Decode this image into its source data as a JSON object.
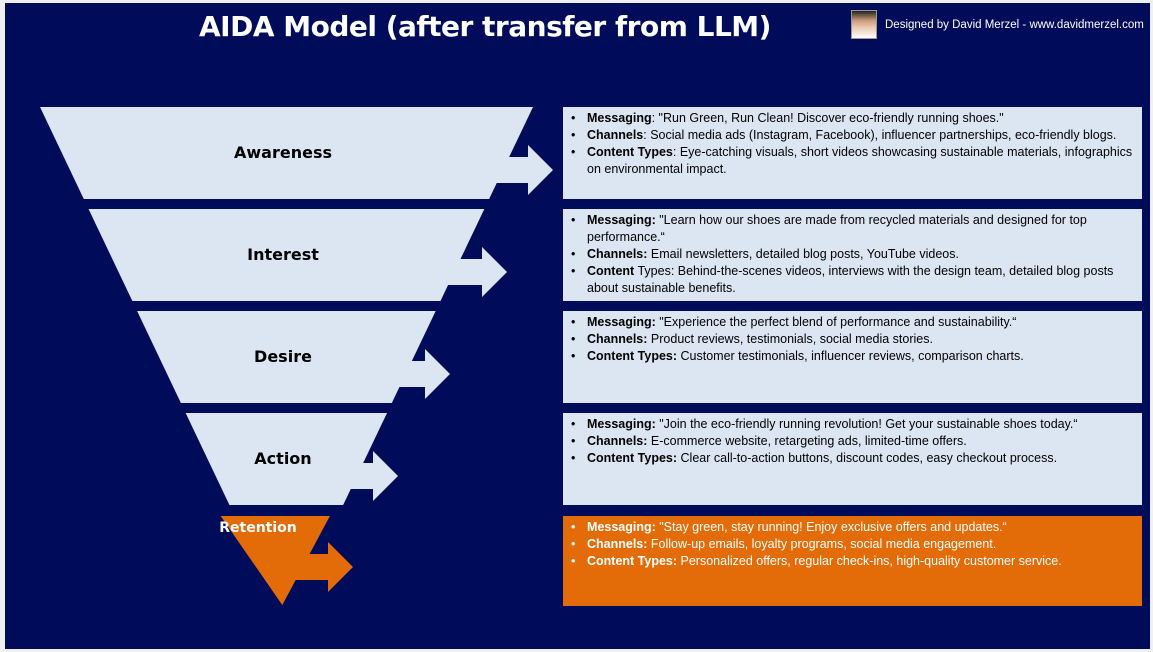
{
  "title": "AIDA Model (after transfer from LLM)",
  "credit": "Designed by David Merzel - www.davidmerzel.com",
  "colors": {
    "background": "#000c5a",
    "light": "#dce6f2",
    "accent": "#e36c09"
  },
  "stages": [
    {
      "name": "Awareness",
      "items": [
        {
          "label": "Messaging",
          "text": ": \"Run Green, Run Clean! Discover eco-friendly running shoes.\""
        },
        {
          "label": "Channels",
          "text": ": Social media ads (Instagram, Facebook), influencer partnerships, eco-friendly blogs."
        },
        {
          "label": "Content Types",
          "text": ": Eye-catching visuals, short videos showcasing sustainable materials, infographics on environmental impact."
        }
      ]
    },
    {
      "name": "Interest",
      "items": [
        {
          "label": "Messaging:",
          "text": " \"Learn how our shoes are made from recycled materials and designed for top performance.“"
        },
        {
          "label": "Channels:",
          "text": " Email newsletters, detailed blog posts, YouTube videos."
        },
        {
          "label": "Content",
          "text": " Types: Behind-the-scenes videos, interviews with the design team, detailed blog posts about sustainable benefits."
        }
      ]
    },
    {
      "name": "Desire",
      "items": [
        {
          "label": "Messaging:",
          "text": " \"Experience the perfect blend of performance and sustainability.“"
        },
        {
          "label": "Channels:",
          "text": " Product reviews, testimonials, social media stories."
        },
        {
          "label": "Content Types:",
          "text": " Customer testimonials, influencer reviews, comparison charts."
        }
      ]
    },
    {
      "name": "Action",
      "items": [
        {
          "label": "Messaging:",
          "text": " \"Join the eco-friendly running revolution! Get your sustainable shoes today.“"
        },
        {
          "label": "Channels:",
          "text": " E-commerce website, retargeting ads, limited-time offers."
        },
        {
          "label": "Content Types:",
          "text": " Clear call-to-action buttons, discount codes, easy checkout process."
        }
      ]
    },
    {
      "name": "Retention",
      "items": [
        {
          "label": "Messaging:",
          "text": " \"Stay green, stay running! Enjoy exclusive offers and updates.“"
        },
        {
          "label": "Channels:",
          "text": " Follow-up emails, loyalty programs, social media engagement."
        },
        {
          "label": "Content Types:",
          "text": " Personalized offers, regular check-ins, high-quality customer service."
        }
      ]
    }
  ]
}
